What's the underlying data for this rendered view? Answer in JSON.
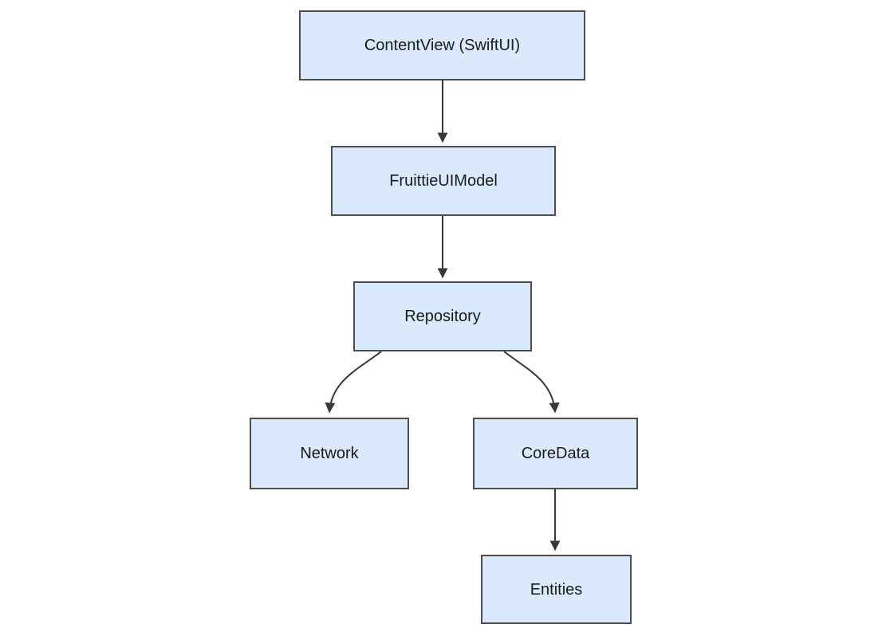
{
  "diagram": {
    "type": "flowchart",
    "direction": "top-down",
    "background": "#ffffff",
    "node_fill": "#dbe9fc",
    "node_border": "#4d4d4d",
    "edge_color": "#383838",
    "text_color": "#1a1a1a",
    "nodes": [
      {
        "id": "contentview",
        "label": "ContentView (SwiftUI)"
      },
      {
        "id": "fruittieuimodel",
        "label": "FruittieUIModel"
      },
      {
        "id": "repository",
        "label": "Repository"
      },
      {
        "id": "network",
        "label": "Network"
      },
      {
        "id": "coredata",
        "label": "CoreData"
      },
      {
        "id": "entities",
        "label": "Entities"
      }
    ],
    "edges": [
      {
        "from": "contentview",
        "to": "fruittieuimodel",
        "style": "straight-down"
      },
      {
        "from": "fruittieuimodel",
        "to": "repository",
        "style": "straight-down"
      },
      {
        "from": "repository",
        "to": "network",
        "style": "curved-left"
      },
      {
        "from": "repository",
        "to": "coredata",
        "style": "curved-right"
      },
      {
        "from": "coredata",
        "to": "entities",
        "style": "straight-down"
      }
    ]
  }
}
